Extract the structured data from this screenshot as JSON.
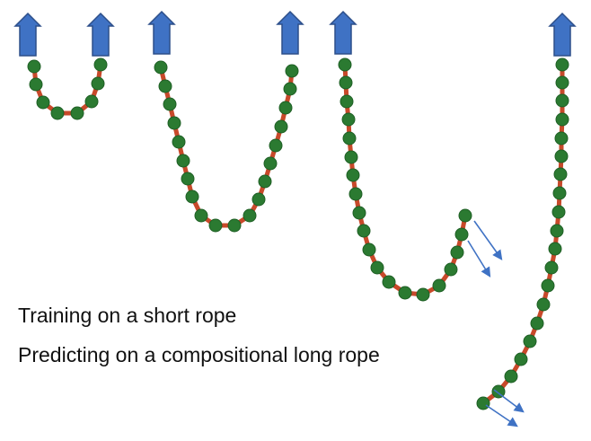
{
  "captions": {
    "training": "Training on a short rope",
    "predicting": "Predicting on a compositional long rope"
  },
  "colors": {
    "background": "#ffffff",
    "node_fill": "#2b7a31",
    "node_stroke": "#1f5f25",
    "segment": "#c8492a",
    "anchor_arrow_fill": "#3f72c4",
    "anchor_arrow_stroke": "#2d4f8a",
    "velocity_arrow": "#3f72c4"
  },
  "icons": {
    "anchor": "up-arrow-icon",
    "velocity": "diagonal-arrow-icon",
    "node": "circle-node-icon"
  },
  "ropes": [
    {
      "id": "short-rope",
      "anchors": "both-ends",
      "free_end_velocity_arrows": 0
    },
    {
      "id": "medium-rope",
      "anchors": "both-ends",
      "free_end_velocity_arrows": 0
    },
    {
      "id": "long-rope-one-free-end",
      "anchors": "left-end",
      "free_end_velocity_arrows": 2
    },
    {
      "id": "long-rope-hanging",
      "anchors": "top-end",
      "free_end_velocity_arrows": 2
    }
  ]
}
